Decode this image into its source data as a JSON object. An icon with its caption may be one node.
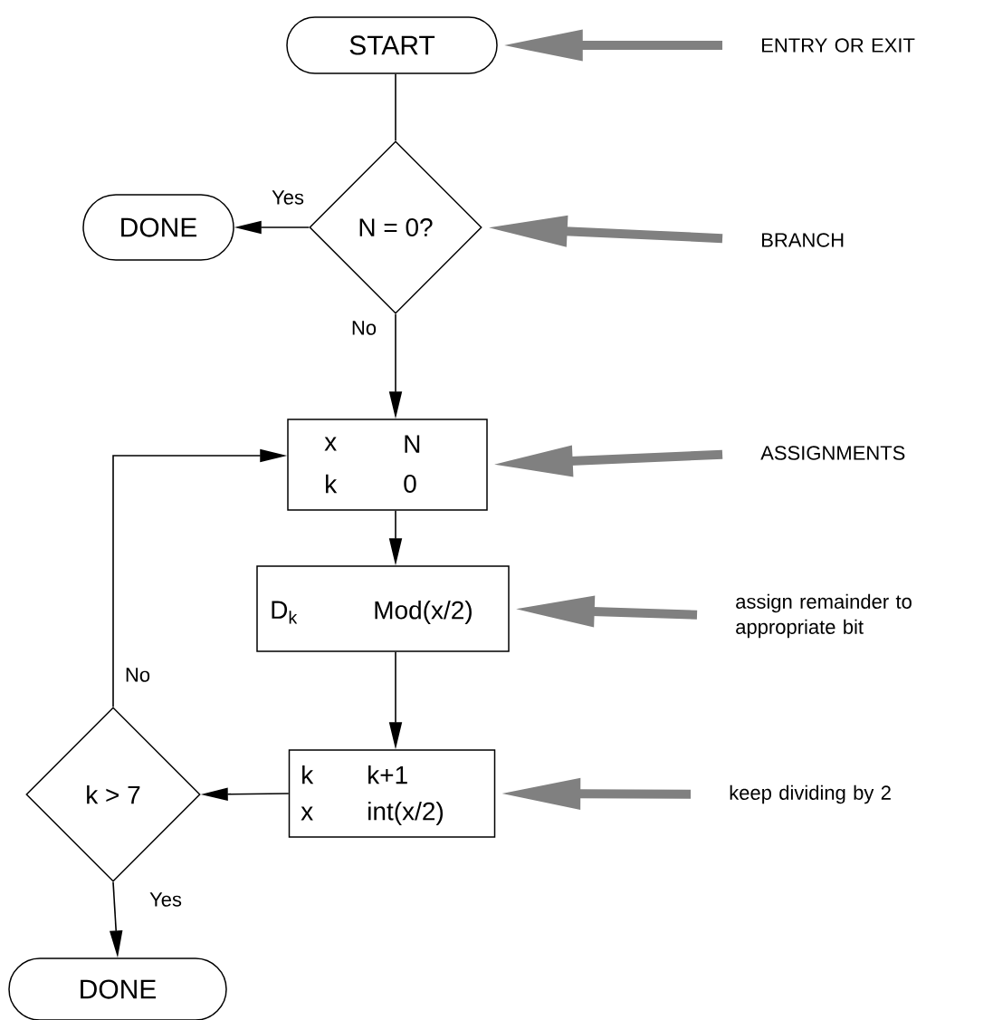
{
  "diagram": {
    "nodes": [
      {
        "text": [
          "START"
        ]
      },
      {
        "text": [
          "N = 0?"
        ]
      },
      {
        "text": [
          "DONE"
        ]
      },
      {
        "text": [
          "x",
          "N",
          "k",
          "0"
        ]
      },
      {
        "text": [
          "D$_{k}$",
          "Mod(x/2)"
        ]
      },
      {
        "text": [
          "k",
          "k+1",
          "x",
          "int(x/2)"
        ]
      },
      {
        "text": [
          "k > 7"
        ]
      },
      {
        "text": [
          "DONE"
        ]
      },
      {
        "text": [
          "ENTRY OR EXIT"
        ]
      },
      {
        "text": [
          "BRANCH"
        ]
      },
      {
        "text": [
          "ASSIGNMENTS"
        ]
      },
      {
        "text": [
          "assign remainder to appropriate bit"
        ]
      },
      {
        "text": [
          "keep dividing by 2"
        ]
      }
    ],
    "edges": [
      {
        "from": 0,
        "to": 1,
        "arrow": "none"
      },
      {
        "from": 1,
        "to": 2,
        "arrow": "to",
        "label": "Yes"
      },
      {
        "from": 1,
        "to": 3,
        "arrow": "to",
        "label": "No"
      },
      {
        "from": 3,
        "to": 4,
        "arrow": "to"
      },
      {
        "from": 4,
        "to": 5,
        "arrow": "to"
      },
      {
        "from": 5,
        "to": 6,
        "arrow": "to"
      },
      {
        "from": 6,
        "to": 3,
        "arrow": "to",
        "label": "No"
      },
      {
        "from": 6,
        "to": 7,
        "arrow": "to",
        "label": "Yes"
      },
      {
        "from": 8,
        "to": 0,
        "arrow": "to",
        "style": "thick",
        "color": "#808080"
      },
      {
        "from": 9,
        "to": 1,
        "arrow": "to",
        "style": "thick",
        "color": "#808080"
      },
      {
        "from": 10,
        "to": 3,
        "arrow": "to",
        "style": "thick",
        "color": "#808080"
      },
      {
        "from": 11,
        "to": 4,
        "arrow": "to",
        "style": "thick",
        "color": "#808080"
      },
      {
        "from": 12,
        "to": 5,
        "arrow": "to",
        "style": "thick",
        "color": "#808080"
      }
    ]
  }
}
